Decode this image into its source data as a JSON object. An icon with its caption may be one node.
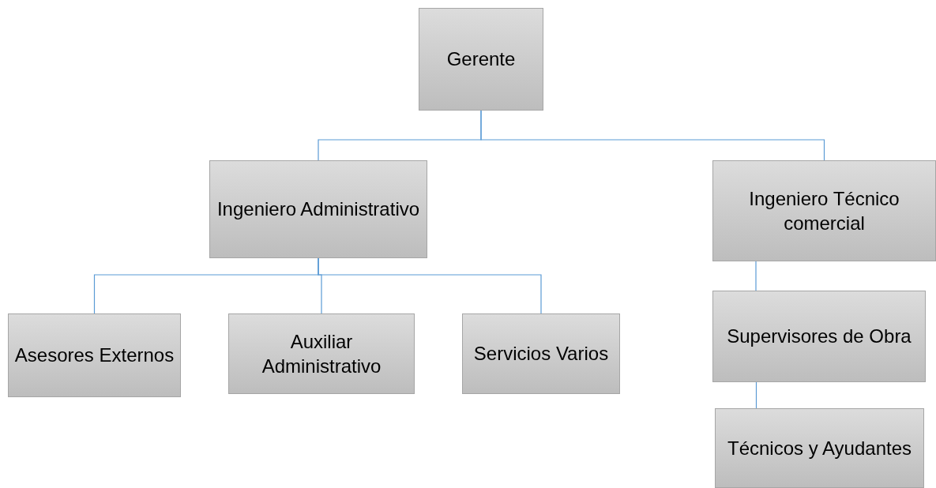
{
  "diagram": {
    "nodes": [
      {
        "text": [
          "Gerente"
        ]
      },
      {
        "text": [
          "Ingeniero Administrativo"
        ]
      },
      {
        "text": [
          "Ingeniero Técnico comercial"
        ]
      },
      {
        "text": [
          "Asesores Externos"
        ]
      },
      {
        "text": [
          "Auxiliar Administrativo"
        ]
      },
      {
        "text": [
          "Servicios Varios"
        ]
      },
      {
        "text": [
          "Supervisores de Obra"
        ]
      },
      {
        "text": [
          "Técnicos y Ayudantes"
        ]
      }
    ],
    "edges": [
      {
        "from": 0,
        "to": 1,
        "arrow": "none"
      },
      {
        "from": 0,
        "to": 2,
        "arrow": "none"
      },
      {
        "from": 1,
        "to": 3,
        "arrow": "none"
      },
      {
        "from": 1,
        "to": 4,
        "arrow": "none"
      },
      {
        "from": 1,
        "to": 5,
        "arrow": "none"
      },
      {
        "from": 2,
        "to": 6,
        "arrow": "none"
      },
      {
        "from": 6,
        "to": 7,
        "arrow": "none"
      }
    ]
  }
}
